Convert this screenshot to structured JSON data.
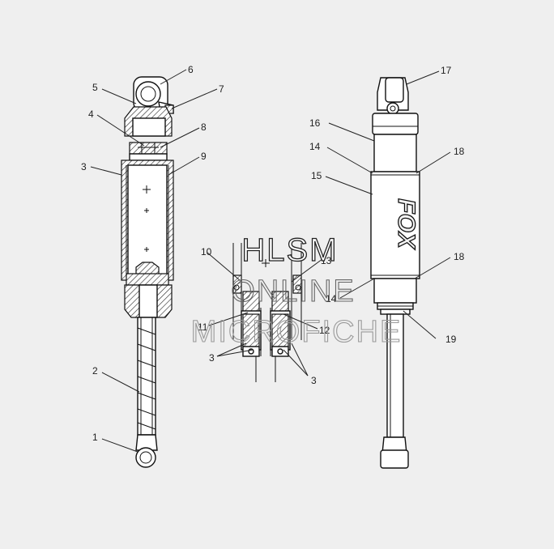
{
  "callouts": {
    "c1": "1",
    "c2": "2",
    "c3a": "3",
    "c3b": "3",
    "c3c": "3",
    "c4": "4",
    "c5": "5",
    "c6": "6",
    "c7": "7",
    "c8": "8",
    "c9": "9",
    "c10": "10",
    "c11": "11",
    "c12": "12",
    "c13": "13",
    "c14a": "14",
    "c14b": "14",
    "c15": "15",
    "c16": "16",
    "c17": "17",
    "c18a": "18",
    "c18b": "18",
    "c19": "19"
  },
  "watermark": {
    "line1": "HLSM",
    "line2": "ONLINE",
    "line3": "MICROFICHE"
  },
  "brand_logo": "FOX"
}
